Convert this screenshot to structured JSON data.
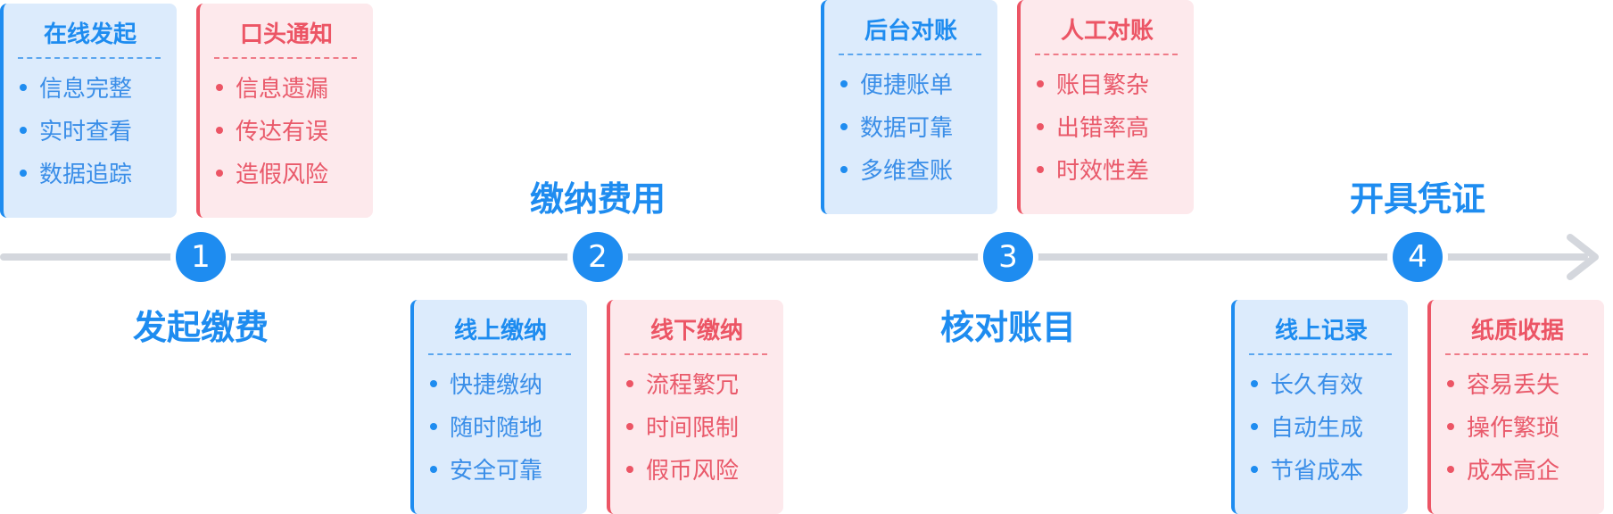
{
  "steps": [
    {
      "number": "1",
      "title": "发起缴费",
      "cards": [
        {
          "title": "在线发起",
          "items": [
            "信息完整",
            "实时查看",
            "数据追踪"
          ]
        },
        {
          "title": "口头通知",
          "items": [
            "信息遗漏",
            "传达有误",
            "造假风险"
          ]
        }
      ]
    },
    {
      "number": "2",
      "title": "缴纳费用",
      "cards": [
        {
          "title": "线上缴纳",
          "items": [
            "快捷缴纳",
            "随时随地",
            "安全可靠"
          ]
        },
        {
          "title": "线下缴纳",
          "items": [
            "流程繁冗",
            "时间限制",
            "假币风险"
          ]
        }
      ]
    },
    {
      "number": "3",
      "title": "核对账目",
      "cards": [
        {
          "title": "后台对账",
          "items": [
            "便捷账单",
            "数据可靠",
            "多维查账"
          ]
        },
        {
          "title": "人工对账",
          "items": [
            "账目繁杂",
            "出错率高",
            "时效性差"
          ]
        }
      ]
    },
    {
      "number": "4",
      "title": "开具凭证",
      "cards": [
        {
          "title": "线上记录",
          "items": [
            "长久有效",
            "自动生成",
            "节省成本"
          ]
        },
        {
          "title": "纸质收据",
          "items": [
            "容易丢失",
            "操作繁琐",
            "成本高企"
          ]
        }
      ]
    }
  ],
  "colors": {
    "accent_blue": "#1e8cf0",
    "accent_red": "#ec5565",
    "card_blue_bg": "#dcebfc",
    "card_red_bg": "#fde9ec",
    "axis": "#d4d7dd"
  }
}
